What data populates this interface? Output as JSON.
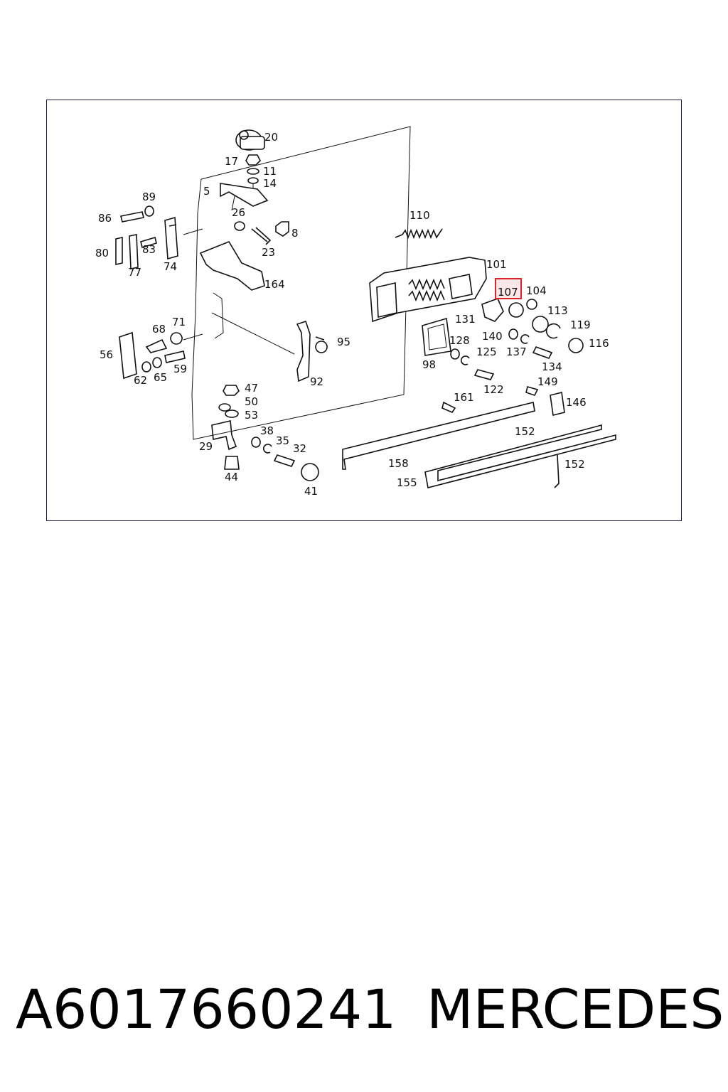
{
  "diagram": {
    "callouts": [
      "20",
      "17",
      "11",
      "14",
      "5",
      "89",
      "86",
      "26",
      "8",
      "80",
      "83",
      "77",
      "74",
      "23",
      "164",
      "110",
      "101",
      "107",
      "104",
      "113",
      "119",
      "116",
      "131",
      "140",
      "137",
      "134",
      "71",
      "68",
      "56",
      "62",
      "65",
      "59",
      "95",
      "92",
      "98",
      "128",
      "125",
      "122",
      "149",
      "146",
      "161",
      "152",
      "158",
      "155",
      "47",
      "50",
      "53",
      "38",
      "35",
      "32",
      "29",
      "44",
      "41"
    ],
    "highlighted_callout": "107",
    "highlight_color": "#e0212a"
  },
  "caption": {
    "part_number": "A6017660241",
    "brand": "MERCEDES"
  }
}
